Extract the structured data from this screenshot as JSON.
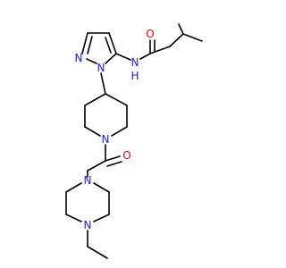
{
  "molecule": {
    "atom_labels": {
      "pyrazole_n2": "N",
      "pyrazole_n1": "N",
      "amide_nh": "N",
      "amide_h": "H",
      "amide_o": "O",
      "piperidine_n": "N",
      "acetyl_o": "O",
      "piperazine_n1": "N",
      "piperazine_n4": "N"
    },
    "colors": {
      "carbon_bond": "#000000",
      "nitrogen": "#1a1aff",
      "oxygen": "#ff0000",
      "background": "#ffffff"
    }
  }
}
